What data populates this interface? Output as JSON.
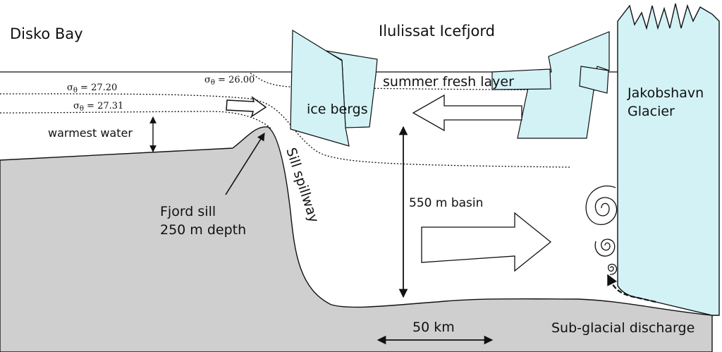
{
  "labels": {
    "disko_bay": "Disko Bay",
    "ilulissat_icefjord": "Ilulissat Icefjord",
    "summer_fresh_layer": "summer fresh layer",
    "ice_bergs": "ice bergs",
    "jakobshavn": "Jakobshavn",
    "glacier": "Glacier",
    "warmest_water": "warmest water",
    "sill_spillway": "Sill spillway",
    "fjord_sill": "Fjord sill",
    "sill_depth": "250 m depth",
    "basin": "550 m basin",
    "distance": "50 km",
    "subglacial_discharge": "Sub-glacial discharge"
  },
  "isopycnals": [
    {
      "symbol": "σ",
      "subscript": "θ",
      "value": " = 26.00"
    },
    {
      "symbol": "σ",
      "subscript": "θ",
      "value": " = 27.20"
    },
    {
      "symbol": "σ",
      "subscript": "θ",
      "value": " = 27.31"
    }
  ],
  "colors": {
    "ice": "#d2f2f6",
    "seabed": "#cfcfcf",
    "line": "#111111"
  }
}
